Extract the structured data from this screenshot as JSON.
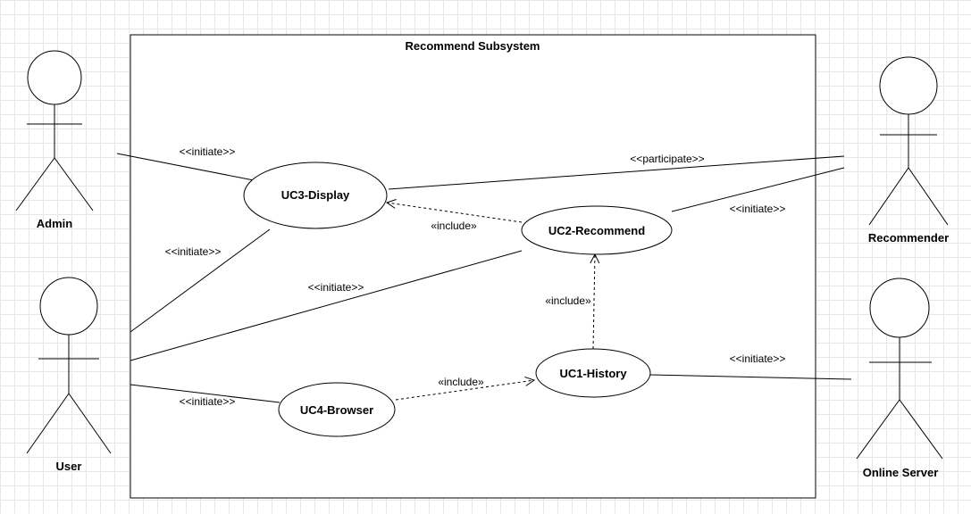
{
  "system": {
    "title": "Recommend Subsystem"
  },
  "actors": {
    "admin": "Admin",
    "user": "User",
    "recommender": "Recommender",
    "online_server": "Online Server"
  },
  "use_cases": {
    "uc3": "UC3-Display",
    "uc2": "UC2-Recommend",
    "uc1": "UC1-History",
    "uc4": "UC4-Browser"
  },
  "relations": {
    "admin_uc3": "<<initiate>>",
    "user_uc3": "<<initiate>>",
    "user_uc2": "<<initiate>>",
    "user_uc4": "<<initiate>>",
    "recommender_uc3": "<<participate>>",
    "recommender_uc2": "<<initiate>>",
    "server_uc1": "<<initiate>>",
    "uc2_uc3": "«include»",
    "uc1_uc2": "«include»",
    "uc4_uc1": "«include»"
  }
}
